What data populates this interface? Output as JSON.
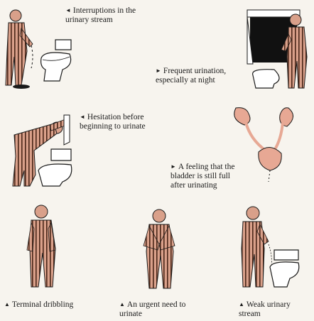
{
  "labels": {
    "interruptions": "Interruptions in the\nurinary stream",
    "frequent": "Frequent urination,\nespecially at night",
    "hesitation": "Hesitation before\nbeginning to urinate",
    "full_bladder": "A feeling that the\nbladder is still full\nafter urinating",
    "dribbling": "Terminal dribbling",
    "urgent": "An urgent need to\nurinate",
    "weak": "Weak urinary\nstream"
  },
  "icons": {
    "arrow_left": "◄",
    "arrow_right": "►",
    "arrow_up": "▲"
  },
  "colors": {
    "skin": "#d9a08a",
    "stripe": "#4a2618",
    "outline": "#1a1a1a",
    "kidney": "#e7a894",
    "paper": "#f7f4ee"
  }
}
